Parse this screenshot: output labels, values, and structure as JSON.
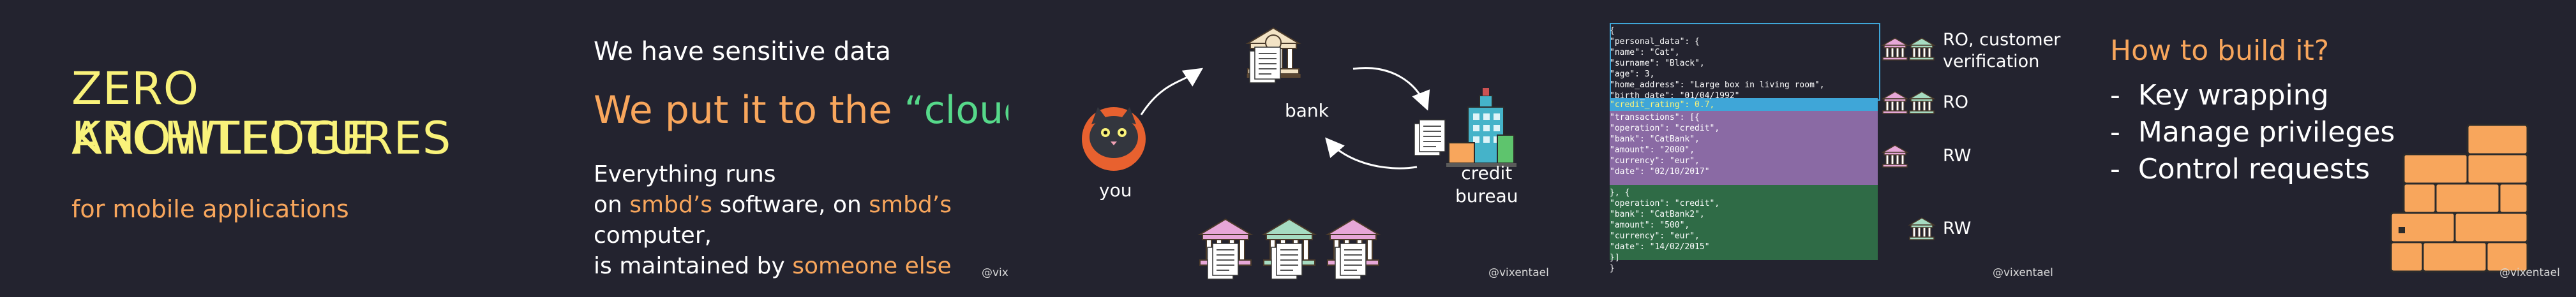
{
  "slide1": {
    "title_line1": "ZERO KNOWLEDGE",
    "title_line2": "ARCHITECTURES",
    "subtitle": "for mobile applications"
  },
  "slide2": {
    "line1": "We have sensitive data",
    "line2_prefix": "We put it to the ",
    "line2_highlight": "“cloud”",
    "line3": "Everything runs",
    "line4_a": "on ",
    "line4_b": "smbd’s",
    "line4_c": " software, on ",
    "line4_d": "smbd’s",
    "line4_e": " computer,",
    "line5_a": "is maintained by ",
    "line5_b": "someone else",
    "handle": "@vixentael"
  },
  "slide3": {
    "you_label": "you",
    "bank_label": "bank",
    "bureau_label_1": "credit",
    "bureau_label_2": "bureau",
    "handle": "@vixentael"
  },
  "slide4": {
    "code_lines_top": [
      "{",
      "  \"personal_data\": {",
      "    \"name\": \"Cat\",",
      "    \"surname\": \"Black\",",
      "    \"age\": 3,",
      "    \"home_address\": \"Large box in living room\",",
      "    \"birth_date\": \"01/04/1992\""
    ],
    "code_line_rating": "  \"credit_rating\": 0.7,",
    "code_lines_tx1": [
      "  \"transactions\": [{",
      "    \"operation\": \"credit\",",
      "    \"bank\": \"CatBank\",",
      "    \"amount\": \"2000\",",
      "    \"currency\": \"eur\",",
      "    \"date\": \"02/10/2017\""
    ],
    "code_lines_tx2": [
      "  }, {",
      "    \"operation\": \"credit\",",
      "    \"bank\": \"CatBank2\",",
      "    \"amount\": \"500\",",
      "    \"currency\": \"eur\",",
      "    \"date\": \"14/02/2015\"",
      "  }]",
      "}"
    ],
    "role1_line1": "RO, customer",
    "role1_line2": "verification",
    "role2": "RO",
    "role3": "RW",
    "role4": "RW",
    "handle": "@vixentael"
  },
  "slide5": {
    "heading": "How to build it?",
    "items": [
      "Key wrapping",
      "Manage privileges",
      "Control requests"
    ],
    "handle": "@vixentael"
  },
  "colors": {
    "background": "#23232f",
    "yellow": "#f9f27a",
    "orange": "#f8a65c",
    "green": "#56d98a",
    "bank_pink": "#e7a7d8",
    "bank_green": "#a6dcc2",
    "bank_cream": "#f3e3c5"
  }
}
